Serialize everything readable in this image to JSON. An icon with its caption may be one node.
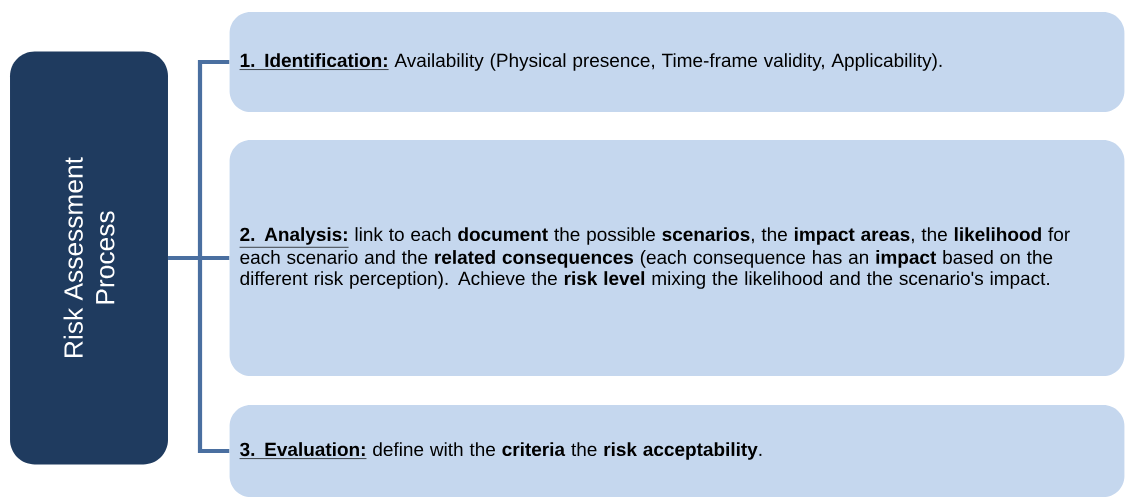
{
  "diagram": {
    "nodes": [
      {
        "text": [
          "Risk Assessment Process"
        ]
      },
      {
        "text": [
          "1. Identification:",
          "Availability (Physical presence, Time-frame validity, Applicability)."
        ]
      },
      {
        "text": [
          "2. Analysis:",
          "link to each **document** the possible **scenarios**, the **impact areas**, the **likelihood** for each scenario and the **related consequences** (each consequence has an **impact** based on the different risk perception). Achieve the **risk level** mixing the likelihood and the scenario's impact."
        ]
      },
      {
        "text": [
          "3. Evaluation:",
          "define with the **criteria** the **risk acceptability**."
        ]
      }
    ],
    "edges": [
      {
        "from": 0,
        "to": 1,
        "arrow": "none"
      },
      {
        "from": 0,
        "to": 2,
        "arrow": "none"
      },
      {
        "from": 0,
        "to": 3,
        "arrow": "none"
      }
    ]
  }
}
